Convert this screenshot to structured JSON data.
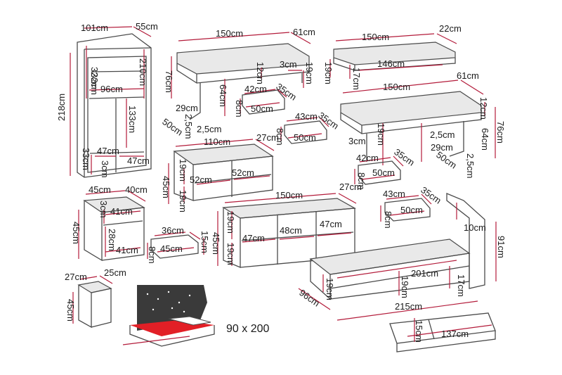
{
  "colors": {
    "outline": "#4a4a4a",
    "dimension_line": "#b31b3a",
    "mattress": "#e21f26",
    "text": "#1a1a1a"
  },
  "wardrobe": {
    "width": "101cm",
    "depth": "55cm",
    "height": "218cm",
    "inner_height": "210cm",
    "top_shelf": "32cm",
    "shelf2": "32cm",
    "inner_width": "96cm",
    "rail_height": "133cm",
    "drawer_w1": "47cm",
    "drawer_w2": "47cm",
    "drawer_h": "33cm",
    "plinth": "3cm"
  },
  "desk_top": {
    "width": "150cm",
    "depth": "61cm",
    "height": "76cm",
    "leg_height": "64cm",
    "gap": "12cm",
    "front": "3cm",
    "side_h": "19cm",
    "drawer_w": "42cm",
    "drawer_d": "35cm",
    "drawer_inner": "50cm",
    "drawer_h": "8cm",
    "foot_w": "29cm",
    "foot_a": "2,5cm",
    "foot_b": "2,5cm",
    "foot_d": "50cm"
  },
  "desk_drawer2": {
    "front": "43cm",
    "depth": "35cm",
    "inner": "50cm",
    "height": "8cm"
  },
  "shelf": {
    "width": "150cm",
    "depth": "22cm",
    "height": "19cm",
    "inner": "146cm",
    "drop": "17cm"
  },
  "desk2": {
    "width": "150cm",
    "depth": "61cm",
    "gap": "12cm",
    "height": "76cm",
    "leg": "64cm",
    "side": "19cm",
    "front": "3cm",
    "foot_a": "2,5cm",
    "foot_w": "29cm",
    "foot_d": "50cm",
    "foot_b": "2,5cm",
    "drawer_w": "42cm",
    "drawer_d": "35cm",
    "drawer_inner": "50cm",
    "drawer_h": "8cm",
    "drawer2_w": "43cm",
    "drawer2_d": "35cm",
    "drawer2_inner": "50cm",
    "drawer2_h": "8cm"
  },
  "cabinet_small": {
    "width": "110cm",
    "depth": "27cm",
    "height": "45cm",
    "door1": "52cm",
    "door2": "52cm",
    "top_h": "19cm",
    "bottom_h": "19cm"
  },
  "nightstand": {
    "width": "45cm",
    "depth": "40cm",
    "height": "45cm",
    "top": "3cm",
    "inner_w": "41cm",
    "inner_h": "28cm",
    "inner_w2": "41cm",
    "drawer_d": "36cm",
    "drawer_w": "45cm",
    "drawer_h1": "15cm",
    "drawer_h2": "8cm"
  },
  "tv_unit": {
    "width": "150cm",
    "depth": "27cm",
    "height": "45cm",
    "top_h": "19cm",
    "bottom_h": "19cm",
    "sec1": "47cm",
    "sec2": "48cm",
    "sec3": "47cm"
  },
  "box": {
    "depth": "27cm",
    "width": "25cm",
    "height": "45cm"
  },
  "bed": {
    "length": "201cm",
    "headboard_offset": "10cm",
    "height": "91cm",
    "side_h1": "19cm",
    "side_h2": "19cm",
    "side_h3": "17cm",
    "depth": "96cm",
    "total_length": "215cm",
    "drawer_h": "15cm",
    "drawer_len": "137cm"
  },
  "mattress": {
    "size": "90 x 200"
  }
}
